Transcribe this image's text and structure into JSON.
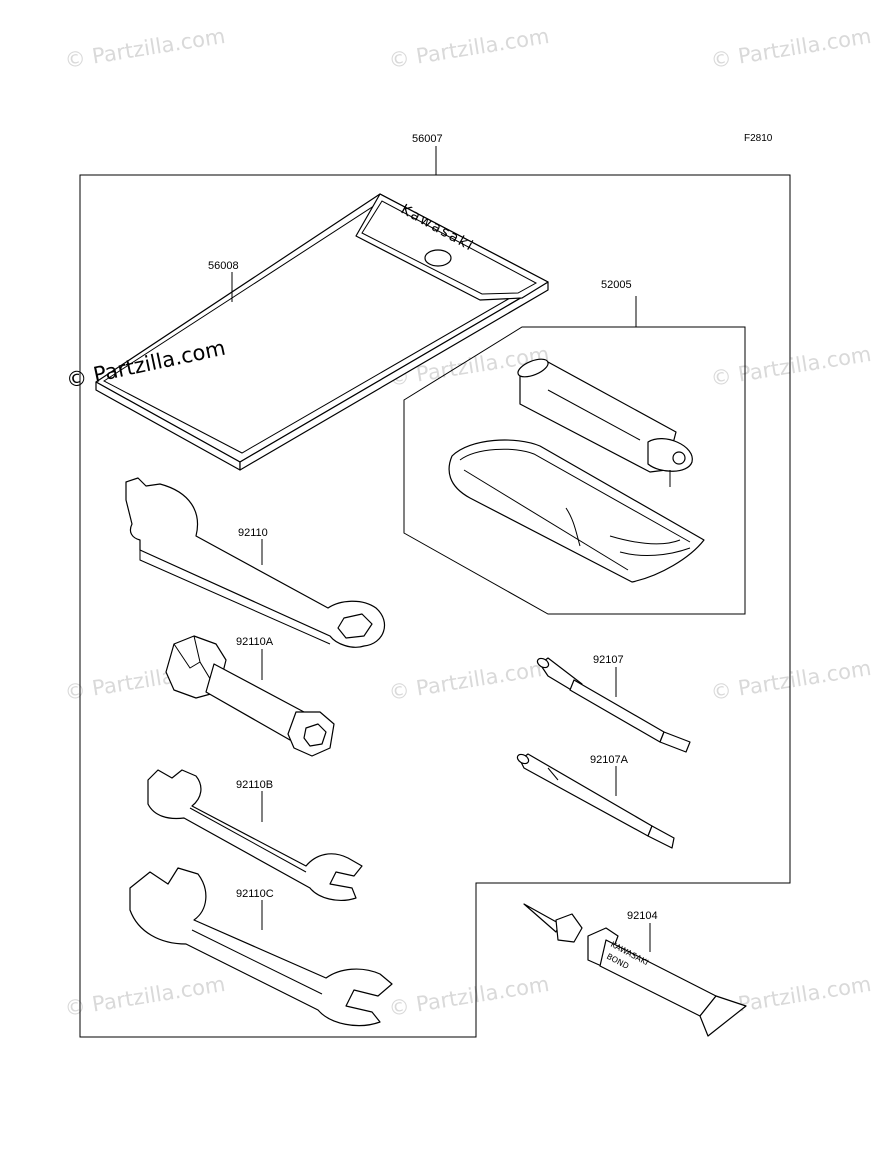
{
  "diagram_code": "F2810",
  "watermark_text": "© Partzilla.com",
  "parts": {
    "p56007": "56007",
    "p56008": "56008",
    "p52005": "52005",
    "p92110": "92110",
    "p92110A": "92110A",
    "p92110B": "92110B",
    "p92110C": "92110C",
    "p92107": "92107",
    "p92107A": "92107A",
    "p92104": "92104"
  },
  "markings": {
    "pouch_brand": "Kawasaki",
    "tube_line1": "KAWASAKI",
    "tube_line2": "BOND"
  }
}
